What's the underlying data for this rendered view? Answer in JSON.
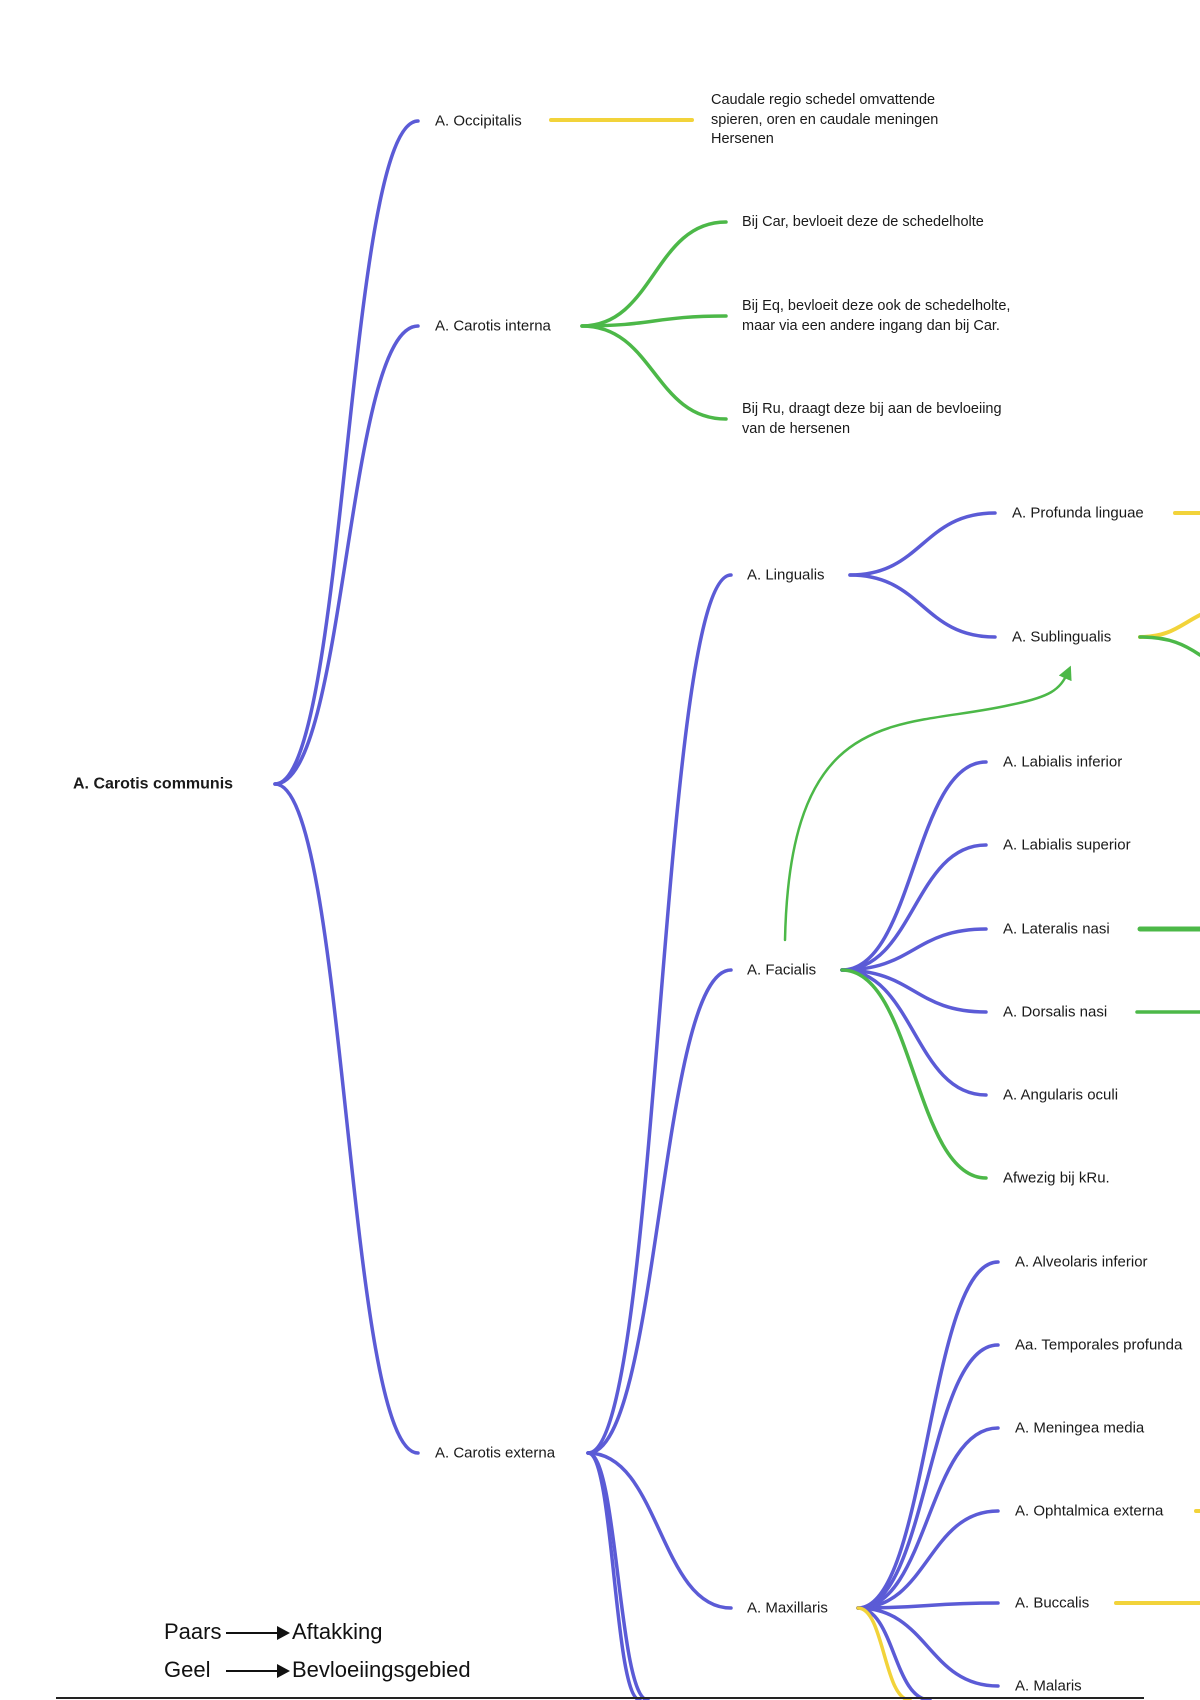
{
  "colors": {
    "branch": "#5b5bd6",
    "supply": "#f2d33a",
    "variant": "#4cb848",
    "text": "#1a1a1a"
  },
  "nodes": {
    "carotis_communis": "A. Carotis communis",
    "occipitalis": "A. Occipitalis",
    "carotis_interna": "A. Carotis interna",
    "carotis_externa": "A. Carotis externa",
    "lingualis": "A. Lingualis",
    "profunda_linguae": "A. Profunda linguae",
    "sublingualis": "A. Sublingualis",
    "facialis": "A. Facialis",
    "labialis_inferior": "A. Labialis inferior",
    "labialis_superior": "A. Labialis superior",
    "lateralis_nasi": "A. Lateralis nasi",
    "dorsalis_nasi": "A. Dorsalis nasi",
    "angularis_oculi": "A. Angularis oculi",
    "afwezig": "Afwezig bij kRu.",
    "maxillaris": "A. Maxillaris",
    "alveolaris_inferior": "A. Alveolaris inferior",
    "temporales_profunda": "Aa. Temporales profunda",
    "meningea_media": "A. Meningea media",
    "ophtalmica_externa": "A. Ophtalmica externa",
    "buccalis": "A. Buccalis",
    "malaris": "A. Malaris"
  },
  "notes": {
    "occipitalis_area": [
      "Caudale regio schedel omvattende",
      "spieren, oren en caudale meningen",
      "Hersenen"
    ],
    "interna_car": [
      "Bij Car, bevloeit deze de schedelholte"
    ],
    "interna_eq": [
      "Bij Eq, bevloeit deze ook de schedelholte,",
      "maar via een andere ingang dan bij Car."
    ],
    "interna_ru": [
      "Bij Ru, draagt deze bij aan de bevloeiing",
      "van de hersenen"
    ]
  },
  "legend": [
    {
      "word": "Paars",
      "meaning": "Aftakking",
      "color_key": "branch"
    },
    {
      "word": "Geel",
      "meaning": "Bevloeiingsgebied",
      "color_key": "supply"
    }
  ]
}
